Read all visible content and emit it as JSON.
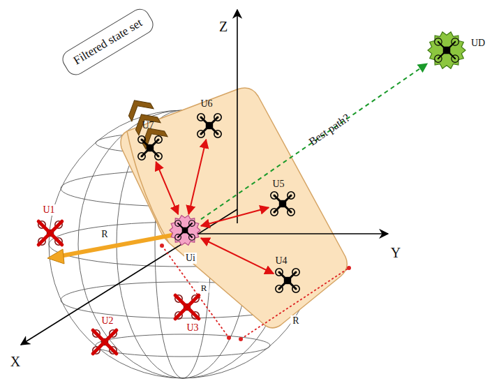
{
  "diagram": {
    "nodes": [
      {
        "text": [
          "Filtered state set"
        ]
      },
      {
        "text": [
          "U7"
        ]
      },
      {
        "text": [
          "U6"
        ]
      },
      {
        "text": [
          "UD"
        ]
      },
      {
        "text": [
          "U1"
        ]
      },
      {
        "text": [
          "Ui"
        ]
      },
      {
        "text": [
          "U5"
        ]
      },
      {
        "text": [
          "U4"
        ]
      },
      {
        "text": [
          "U3"
        ]
      },
      {
        "text": [
          "U2"
        ]
      }
    ],
    "edges": [
      {
        "from": 5,
        "to": 1,
        "arrow": "both"
      },
      {
        "from": 5,
        "to": 2,
        "arrow": "both"
      },
      {
        "from": 5,
        "to": 6,
        "arrow": "both"
      },
      {
        "from": 5,
        "to": 7,
        "arrow": "both"
      },
      {
        "from": 5,
        "to": 3,
        "label": "Best path?",
        "arrow": "to"
      }
    ],
    "labels": [
      "Z",
      "Y",
      "X",
      "R",
      "R",
      "R"
    ]
  }
}
